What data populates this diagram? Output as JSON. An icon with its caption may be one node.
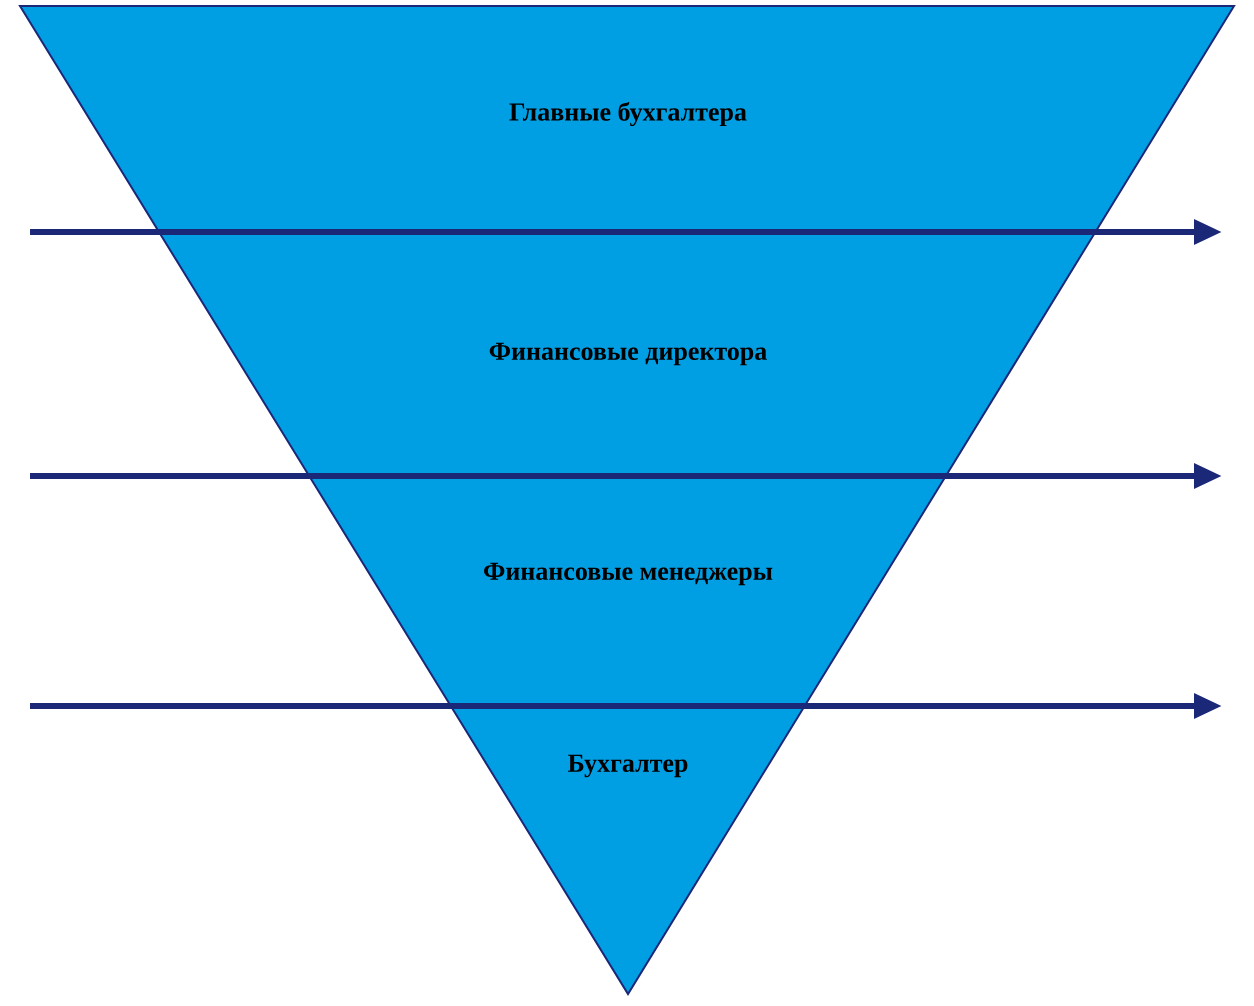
{
  "diagram": {
    "nodes": [
      {
        "text": [
          "Главные бухгалтера"
        ]
      },
      {
        "text": [
          "Финансовые директора"
        ]
      },
      {
        "text": [
          "Финансовые менеджеры"
        ]
      },
      {
        "text": [
          "Бухгалтер"
        ]
      }
    ]
  }
}
